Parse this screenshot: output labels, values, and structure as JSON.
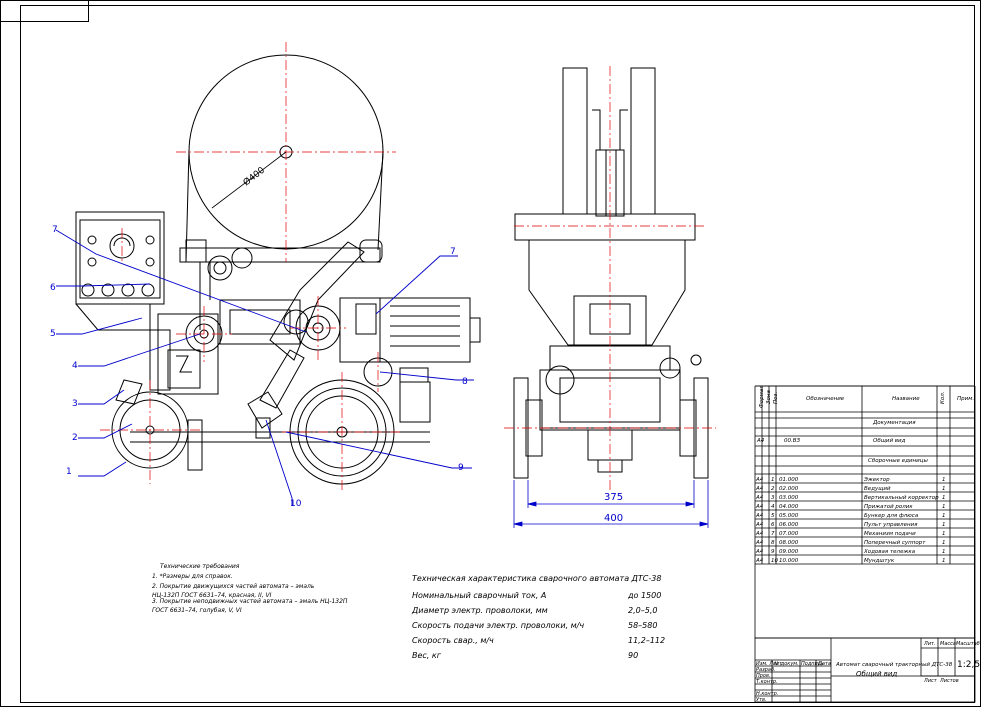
{
  "colors": {
    "line": "#000000",
    "centerline": "#e00000",
    "leader": "#0000cc",
    "dim": "#0000cc"
  },
  "labels": {
    "diameter": "Ø400",
    "callouts": [
      {
        "id": "c1",
        "text": "1"
      },
      {
        "id": "c2",
        "text": "2"
      },
      {
        "id": "c3",
        "text": "3"
      },
      {
        "id": "c4",
        "text": "4"
      },
      {
        "id": "c5",
        "text": "5"
      },
      {
        "id": "c6",
        "text": "6"
      },
      {
        "id": "c7a",
        "text": "7"
      },
      {
        "id": "c7b",
        "text": "7"
      },
      {
        "id": "c8",
        "text": "8"
      },
      {
        "id": "c9",
        "text": "9"
      },
      {
        "id": "c10",
        "text": "10"
      }
    ],
    "dim_375": "375",
    "dim_400": "400"
  },
  "tech_requirements": {
    "title": "Технические требования",
    "lines": [
      "1. *Размеры для справок.",
      "2. Покрытие движущихся частей автомата – эмаль",
      "НЦ-132П ГОСТ 6631–74, красная, II, VI",
      "3. Покрытие неподвижных частей автомата – эмаль  НЦ-132П",
      "ГОСТ 6631–74, голубая, V, VI"
    ]
  },
  "characteristics": {
    "title": "Техническая характеристика сварочного автомата ДТС-38",
    "rows": [
      {
        "name": "Номинальный сварочный ток, А",
        "value": "до 1500"
      },
      {
        "name": "Диаметр электр. проволоки, мм",
        "value": "2,0–5,0"
      },
      {
        "name": "Скорость подачи электр. проволоки, м/ч",
        "value": "58–580"
      },
      {
        "name": "Скорость свар., м/ч",
        "value": "11,2–112"
      },
      {
        "name": "Вес, кг",
        "value": "90"
      }
    ]
  },
  "spec": {
    "headers": {
      "format": "Формат",
      "zone": "Зона",
      "pos": "Поз.",
      "designation": "Обозначение",
      "name": "Название",
      "qty": "Кол.",
      "note": "Прим."
    },
    "section_docs": "Документация",
    "doc_row": {
      "format": "А4",
      "designation": "00.ВЗ",
      "name": "Общий вид"
    },
    "section_units": "Сборочные единицы",
    "items": [
      {
        "format": "А4",
        "pos": "1",
        "designation": "01.000",
        "name": "Эжектор",
        "qty": "1"
      },
      {
        "format": "А4",
        "pos": "2",
        "designation": "02.000",
        "name": "Ведущий",
        "qty": "1"
      },
      {
        "format": "А4",
        "pos": "3",
        "designation": "03.000",
        "name": "Вертикальный корректор",
        "qty": "1"
      },
      {
        "format": "А4",
        "pos": "4",
        "designation": "04.000",
        "name": "Прижатой ролик",
        "qty": "1"
      },
      {
        "format": "А4",
        "pos": "5",
        "designation": "05.000",
        "name": "Бункер для флюса",
        "qty": "1"
      },
      {
        "format": "А4",
        "pos": "6",
        "designation": "06.000",
        "name": "Пульт управления",
        "qty": "1"
      },
      {
        "format": "А4",
        "pos": "7",
        "designation": "07.000",
        "name": "Механизм подачи",
        "qty": "1"
      },
      {
        "format": "А4",
        "pos": "8",
        "designation": "08.000",
        "name": "Поперечный суппорт",
        "qty": "1"
      },
      {
        "format": "А4",
        "pos": "9",
        "designation": "09.000",
        "name": "Ходовая тележка",
        "qty": "1"
      },
      {
        "format": "А4",
        "pos": "10",
        "designation": "10.000",
        "name": "Мундштук",
        "qty": "1"
      }
    ]
  },
  "title_block": {
    "title_line1": "Автомат сварочный тракторный ДТС-38",
    "title_line2": "Общий вид",
    "lit_label": "Лит.",
    "mass_label": "Масса",
    "scale_label": "Масштаб",
    "scale": "1:2,5",
    "sheet_label": "Лист",
    "sheets_label": "Листов",
    "roles": [
      "Изм. Лист",
      "Разраб.",
      "Пров.",
      "Т.контр.",
      "Н.контр.",
      "Утв."
    ],
    "cols": [
      "№ докум.",
      "Подпись",
      "Дата"
    ]
  }
}
